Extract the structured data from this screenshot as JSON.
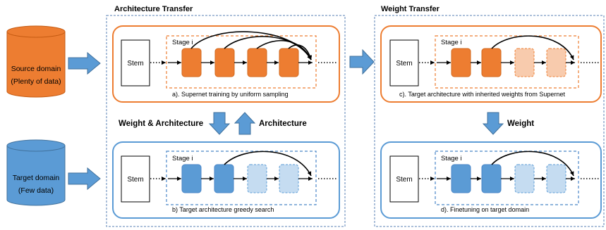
{
  "colors": {
    "orange": "#ed7d31",
    "orange_light": "#f8cbad",
    "blue": "#5b9bd5",
    "blue_light": "#c5dcf1",
    "arrow_blue": "#5b9bd5",
    "outline_dark": "#41719c"
  },
  "source_domain": {
    "line1": "Source domain",
    "line2": "(Plenty of data)"
  },
  "target_domain": {
    "line1": "Target domain",
    "line2": "(Few data)"
  },
  "architecture_transfer": {
    "title": "Architecture Transfer",
    "down_label": "Weight & Architecture",
    "up_label": "Architecture",
    "panel_a": {
      "stem": "Stem",
      "stage": "Stage i",
      "caption": "a). Supernet training by uniform sampling",
      "block_fills": [
        "#ed7d31",
        "#ed7d31",
        "#ed7d31",
        "#ed7d31"
      ]
    },
    "panel_b": {
      "stem": "Stem",
      "stage": "Stage i",
      "caption": "b) Target architecture greedy search",
      "block_fills": [
        "#5b9bd5",
        "#5b9bd5",
        "#c5dcf1",
        "#c5dcf1"
      ]
    }
  },
  "weight_transfer": {
    "title": "Weight Transfer",
    "down_label": "Weight",
    "panel_c": {
      "stem": "Stem",
      "stage": "Stage i",
      "caption": "c). Target architecture with inherited weights from Supernet",
      "block_fills": [
        "#ed7d31",
        "#ed7d31",
        "#f8cbad",
        "#f8cbad"
      ]
    },
    "panel_d": {
      "stem": "Stem",
      "stage": "Stage i",
      "caption": "d). Finetuning on target domain",
      "block_fills": [
        "#5b9bd5",
        "#5b9bd5",
        "#c5dcf1",
        "#c5dcf1"
      ]
    }
  }
}
